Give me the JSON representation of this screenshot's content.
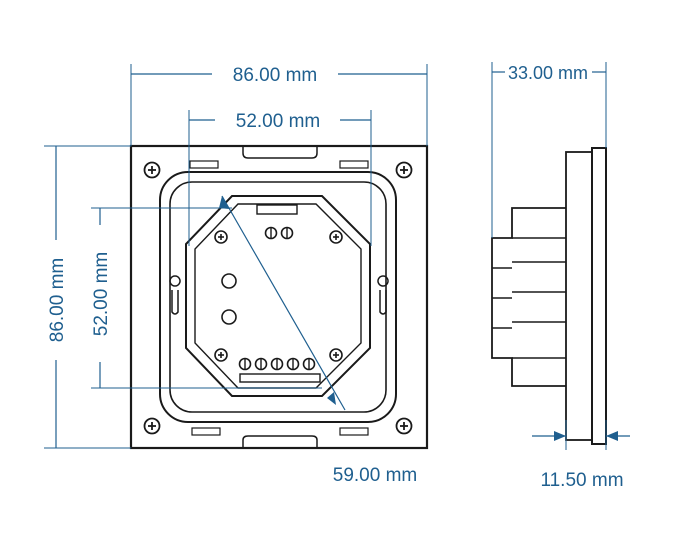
{
  "dimensions": {
    "front_width": "86.00 mm",
    "front_height": "86.00 mm",
    "inner_width": "52.00 mm",
    "inner_height": "52.00 mm",
    "diagonal": "59.00 mm",
    "side_depth": "33.00 mm",
    "side_panel_thickness": "11.50 mm"
  },
  "colors": {
    "dimension": "#1f5f8f",
    "outline": "#1a1a1a"
  }
}
